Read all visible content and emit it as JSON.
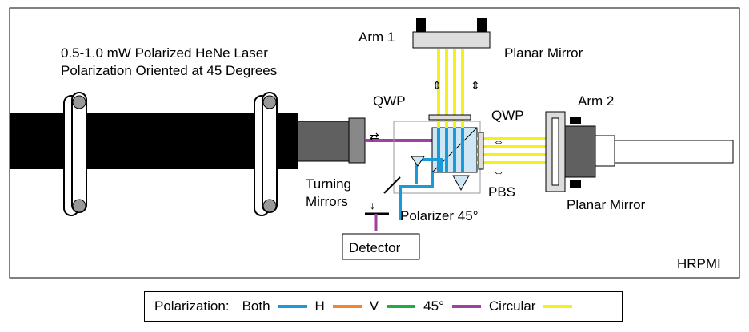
{
  "title": "HRPMI",
  "laser": {
    "line1": "0.5-1.0 mW Polarized HeNe Laser",
    "line2": "Polarization Oriented at 45 Degrees"
  },
  "labels": {
    "arm1": "Arm 1",
    "arm2": "Arm 2",
    "planar_mirror_top": "Planar Mirror",
    "planar_mirror_right": "Planar Mirror",
    "qwp_left": "QWP",
    "qwp_right": "QWP",
    "pbs": "PBS",
    "turning_mirrors_1": "Turning",
    "turning_mirrors_2": "Mirrors",
    "polarizer": "Polarizer 45°",
    "detector": "Detector"
  },
  "legend": {
    "title": "Polarization:",
    "items": [
      {
        "label": "Both",
        "color": "#1a9ad8"
      },
      {
        "label": "H",
        "color": "#f0882a"
      },
      {
        "label": "V",
        "color": "#22aa44"
      },
      {
        "label": "45°",
        "color": "#a040a0"
      },
      {
        "label": "Circular",
        "color": "#f4f01a"
      }
    ]
  },
  "colors": {
    "both": "#1a9ad8",
    "h": "#f0882a",
    "v": "#22aa44",
    "deg45": "#a040a0",
    "circular": "#f4f01a",
    "laser_body": "#000000",
    "grey": "#a0a0a0"
  }
}
